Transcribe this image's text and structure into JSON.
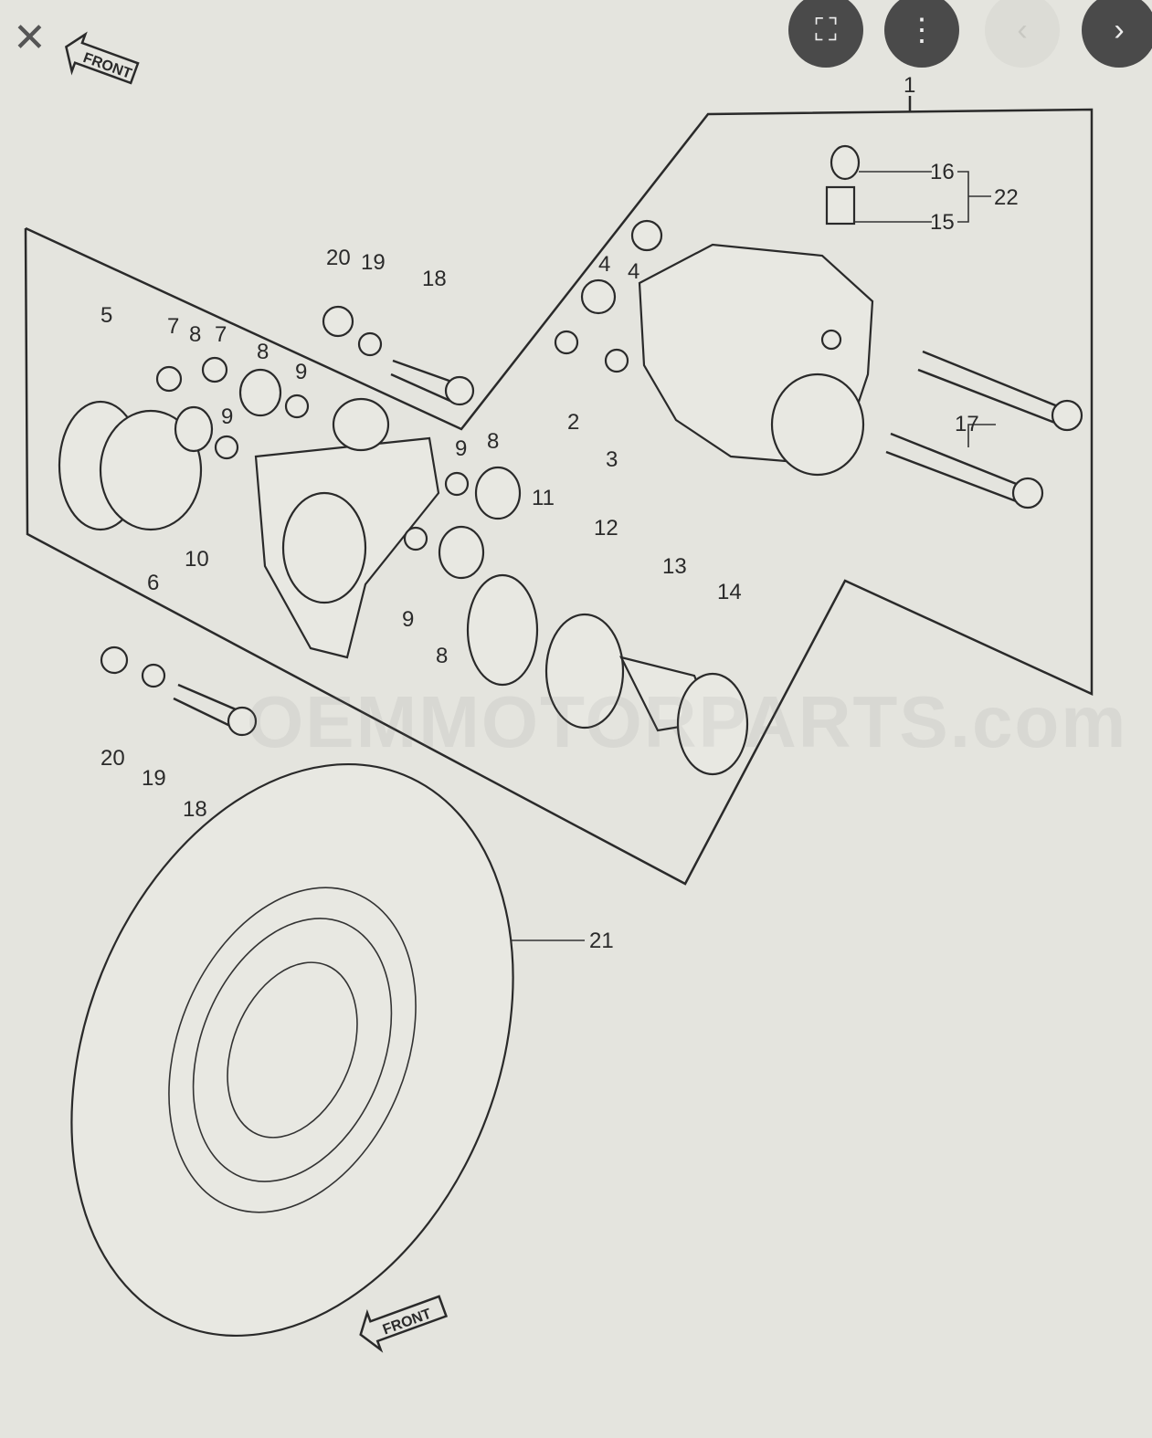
{
  "viewer": {
    "close_icon": "close-icon",
    "lens_icon": "lens-icon",
    "more_icon": "more-vert-icon",
    "prev_icon": "chevron-left-icon",
    "next_icon": "chevron-right-icon"
  },
  "diagram": {
    "watermark": "OEMMOTORPARTS.com",
    "front_label_top": "FRONT",
    "front_label_bottom": "FRONT",
    "callouts": [
      "1",
      "16",
      "15",
      "22",
      "4",
      "4",
      "2",
      "3",
      "17",
      "20",
      "19",
      "18",
      "5",
      "7",
      "8",
      "7",
      "8",
      "9",
      "9",
      "9",
      "8",
      "11",
      "12",
      "13",
      "14",
      "10",
      "6",
      "9",
      "8",
      "20",
      "19",
      "18",
      "21"
    ]
  }
}
